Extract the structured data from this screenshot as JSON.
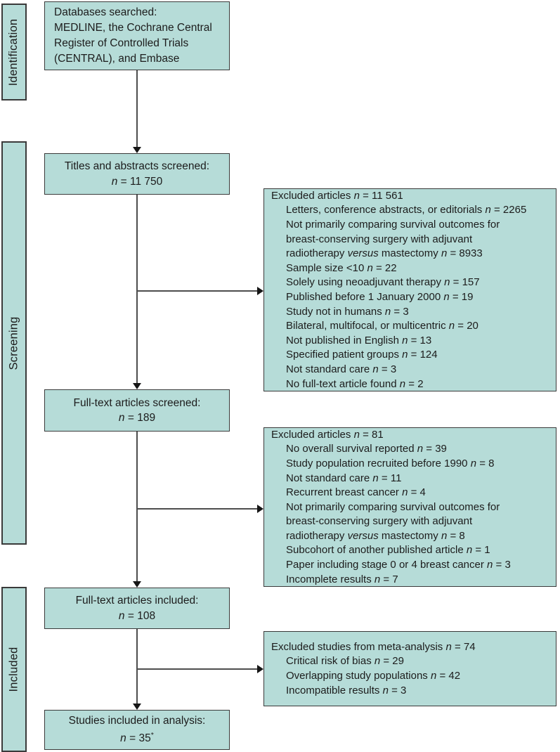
{
  "colors": {
    "box_fill": "#b6dcd8",
    "box_border": "#3a3a3a",
    "connector": "#4d4d4d",
    "arrowhead": "#161616",
    "text": "#1c1c1c",
    "background": "#ffffff"
  },
  "stages": [
    {
      "label": "Identification"
    },
    {
      "label": "Screening"
    },
    {
      "label": "Included"
    }
  ],
  "boxes": {
    "databases": {
      "lines": [
        {
          "segments": [
            {
              "t": "Databases searched:"
            }
          ]
        },
        {
          "segments": [
            {
              "t": "MEDLINE, the Cochrane Central"
            }
          ]
        },
        {
          "segments": [
            {
              "t": "Register of Controlled Trials"
            }
          ]
        },
        {
          "segments": [
            {
              "t": "(CENTRAL), and Embase"
            }
          ]
        }
      ]
    },
    "titles_screened": {
      "lines": [
        {
          "segments": [
            {
              "t": "Titles and abstracts screened:"
            }
          ]
        },
        {
          "segments": [
            {
              "t": "n",
              "i": true
            },
            {
              "t": " = 11 750"
            }
          ]
        }
      ]
    },
    "fulltext_screened": {
      "lines": [
        {
          "segments": [
            {
              "t": "Full-text articles screened:"
            }
          ]
        },
        {
          "segments": [
            {
              "t": "n",
              "i": true
            },
            {
              "t": " = 189"
            }
          ]
        }
      ]
    },
    "fulltext_included": {
      "lines": [
        {
          "segments": [
            {
              "t": "Full-text articles included:"
            }
          ]
        },
        {
          "segments": [
            {
              "t": "n",
              "i": true
            },
            {
              "t": " = 108"
            }
          ]
        }
      ]
    },
    "studies_included": {
      "lines": [
        {
          "segments": [
            {
              "t": "Studies included in analysis:"
            }
          ]
        },
        {
          "segments": [
            {
              "t": "n",
              "i": true
            },
            {
              "t": " = 35"
            },
            {
              "t": "*",
              "sup": true
            }
          ]
        }
      ]
    }
  },
  "excluded": {
    "titles": {
      "lines": [
        {
          "segments": [
            {
              "t": "Excluded articles "
            },
            {
              "t": "n",
              "i": true
            },
            {
              "t": " = 11 561"
            }
          ]
        },
        {
          "indent": true,
          "segments": [
            {
              "t": "Letters, conference abstracts, or editorials "
            },
            {
              "t": "n",
              "i": true
            },
            {
              "t": " = 2265"
            }
          ]
        },
        {
          "indent": true,
          "segments": [
            {
              "t": "Not primarily comparing survival outcomes for"
            }
          ]
        },
        {
          "indent": true,
          "segments": [
            {
              "t": "breast-conserving surgery with adjuvant"
            }
          ]
        },
        {
          "indent": true,
          "segments": [
            {
              "t": "radiotherapy "
            },
            {
              "t": "versus",
              "i": true
            },
            {
              "t": " mastectomy "
            },
            {
              "t": "n",
              "i": true
            },
            {
              "t": " = 8933"
            }
          ]
        },
        {
          "indent": true,
          "segments": [
            {
              "t": "Sample size <10 "
            },
            {
              "t": "n",
              "i": true
            },
            {
              "t": " = 22"
            }
          ]
        },
        {
          "indent": true,
          "segments": [
            {
              "t": "Solely using neoadjuvant therapy "
            },
            {
              "t": "n",
              "i": true
            },
            {
              "t": " = 157"
            }
          ]
        },
        {
          "indent": true,
          "segments": [
            {
              "t": "Published before 1 January 2000 "
            },
            {
              "t": "n",
              "i": true
            },
            {
              "t": " = 19"
            }
          ]
        },
        {
          "indent": true,
          "segments": [
            {
              "t": "Study not in humans "
            },
            {
              "t": "n",
              "i": true
            },
            {
              "t": " = 3"
            }
          ]
        },
        {
          "indent": true,
          "segments": [
            {
              "t": "Bilateral, multifocal, or multicentric "
            },
            {
              "t": "n",
              "i": true
            },
            {
              "t": " = 20"
            }
          ]
        },
        {
          "indent": true,
          "segments": [
            {
              "t": "Not published in English "
            },
            {
              "t": "n",
              "i": true
            },
            {
              "t": " = 13"
            }
          ]
        },
        {
          "indent": true,
          "segments": [
            {
              "t": "Specified patient groups "
            },
            {
              "t": "n",
              "i": true
            },
            {
              "t": " = 124"
            }
          ]
        },
        {
          "indent": true,
          "segments": [
            {
              "t": "Not standard care "
            },
            {
              "t": "n",
              "i": true
            },
            {
              "t": " = 3"
            }
          ]
        },
        {
          "indent": true,
          "segments": [
            {
              "t": "No full-text article found "
            },
            {
              "t": "n",
              "i": true
            },
            {
              "t": " = 2"
            }
          ]
        }
      ]
    },
    "fulltext": {
      "lines": [
        {
          "segments": [
            {
              "t": "Excluded articles "
            },
            {
              "t": "n",
              "i": true
            },
            {
              "t": " = 81"
            }
          ]
        },
        {
          "indent": true,
          "segments": [
            {
              "t": "No overall survival reported "
            },
            {
              "t": "n",
              "i": true
            },
            {
              "t": " = 39"
            }
          ]
        },
        {
          "indent": true,
          "segments": [
            {
              "t": "Study population recruited before 1990 "
            },
            {
              "t": "n",
              "i": true
            },
            {
              "t": " = 8"
            }
          ]
        },
        {
          "indent": true,
          "segments": [
            {
              "t": "Not standard care "
            },
            {
              "t": "n",
              "i": true
            },
            {
              "t": " = 11"
            }
          ]
        },
        {
          "indent": true,
          "segments": [
            {
              "t": "Recurrent breast cancer "
            },
            {
              "t": "n",
              "i": true
            },
            {
              "t": " = 4"
            }
          ]
        },
        {
          "indent": true,
          "segments": [
            {
              "t": "Not primarily comparing survival outcomes for"
            }
          ]
        },
        {
          "indent": true,
          "segments": [
            {
              "t": "breast-conserving surgery with adjuvant"
            }
          ]
        },
        {
          "indent": true,
          "segments": [
            {
              "t": "radiotherapy "
            },
            {
              "t": "versus",
              "i": true
            },
            {
              "t": " mastectomy "
            },
            {
              "t": "n",
              "i": true
            },
            {
              "t": " = 8"
            }
          ]
        },
        {
          "indent": true,
          "segments": [
            {
              "t": "Subcohort of another published article "
            },
            {
              "t": "n",
              "i": true
            },
            {
              "t": " = 1"
            }
          ]
        },
        {
          "indent": true,
          "segments": [
            {
              "t": "Paper including stage 0 or 4 breast cancer "
            },
            {
              "t": "n",
              "i": true
            },
            {
              "t": " = 3"
            }
          ]
        },
        {
          "indent": true,
          "segments": [
            {
              "t": "Incomplete results "
            },
            {
              "t": "n",
              "i": true
            },
            {
              "t": " = 7"
            }
          ]
        }
      ]
    },
    "meta_analysis": {
      "lines": [
        {
          "segments": [
            {
              "t": "Excluded studies from meta-analysis "
            },
            {
              "t": "n",
              "i": true
            },
            {
              "t": " = 74"
            }
          ]
        },
        {
          "indent": true,
          "segments": [
            {
              "t": "Critical risk of bias "
            },
            {
              "t": "n",
              "i": true
            },
            {
              "t": " = 29"
            }
          ]
        },
        {
          "indent": true,
          "segments": [
            {
              "t": "Overlapping study populations "
            },
            {
              "t": "n",
              "i": true
            },
            {
              "t": " = 42"
            }
          ]
        },
        {
          "indent": true,
          "segments": [
            {
              "t": "Incompatible results "
            },
            {
              "t": "n",
              "i": true
            },
            {
              "t": " = 3"
            }
          ]
        }
      ]
    }
  }
}
